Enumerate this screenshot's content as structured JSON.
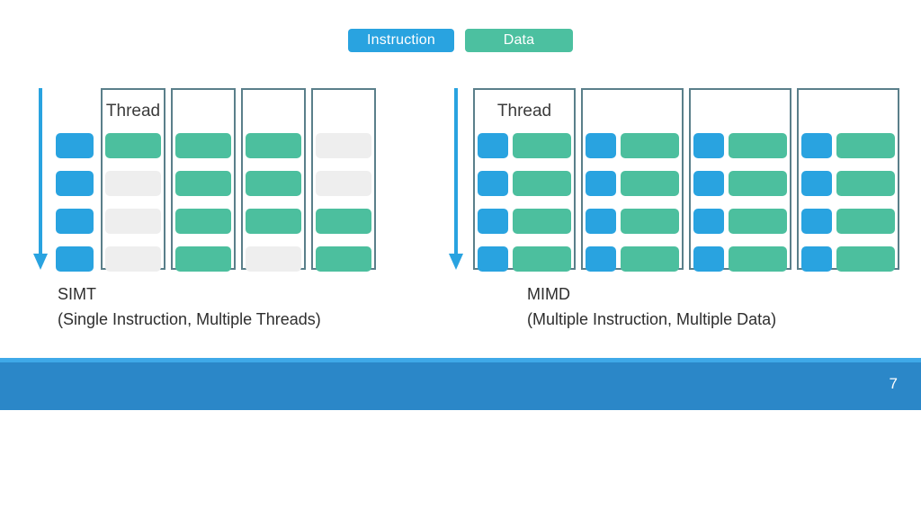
{
  "slide": {
    "page_number": "7",
    "colors": {
      "instruction": "#29a3e0",
      "data": "#4cbf9e",
      "empty": "#eeeeee",
      "box_border": "#5a7f8a",
      "bar": "#2b87c8",
      "bar_strip": "#3fa9e8",
      "text": "#2e2e2e"
    }
  },
  "legend": {
    "instruction_label": "Instruction",
    "data_label": "Data"
  },
  "panels": [
    {
      "id": "simt",
      "title": "SIMT",
      "subtitle": "(Single Instruction, Multiple Threads)",
      "arrow": "down-arrow",
      "shared_instruction": true,
      "shared_instruction_rows": [
        "instruction",
        "instruction",
        "instruction",
        "instruction"
      ],
      "thread_header": "Thread",
      "columns": [
        {
          "header": "Thread",
          "rows": [
            "data",
            "empty",
            "empty",
            "empty"
          ]
        },
        {
          "header": "",
          "rows": [
            "data",
            "data",
            "data",
            "data"
          ]
        },
        {
          "header": "",
          "rows": [
            "data",
            "data",
            "data",
            "empty"
          ]
        },
        {
          "header": "",
          "rows": [
            "empty",
            "empty",
            "data",
            "data"
          ]
        }
      ]
    },
    {
      "id": "mimd",
      "title": "MIMD",
      "subtitle": "(Multiple Instruction, Multiple Data)",
      "arrow": "down-arrow",
      "shared_instruction": false,
      "thread_header": "Thread",
      "columns": [
        {
          "header": "Thread",
          "rows": [
            "instruction+data",
            "instruction+data",
            "instruction+data",
            "instruction+data"
          ]
        },
        {
          "header": "",
          "rows": [
            "instruction+data",
            "instruction+data",
            "instruction+data",
            "instruction+data"
          ]
        },
        {
          "header": "",
          "rows": [
            "instruction+data",
            "instruction+data",
            "instruction+data",
            "instruction+data"
          ]
        },
        {
          "header": "",
          "rows": [
            "instruction+data",
            "instruction+data",
            "instruction+data",
            "instruction+data"
          ]
        }
      ]
    }
  ]
}
